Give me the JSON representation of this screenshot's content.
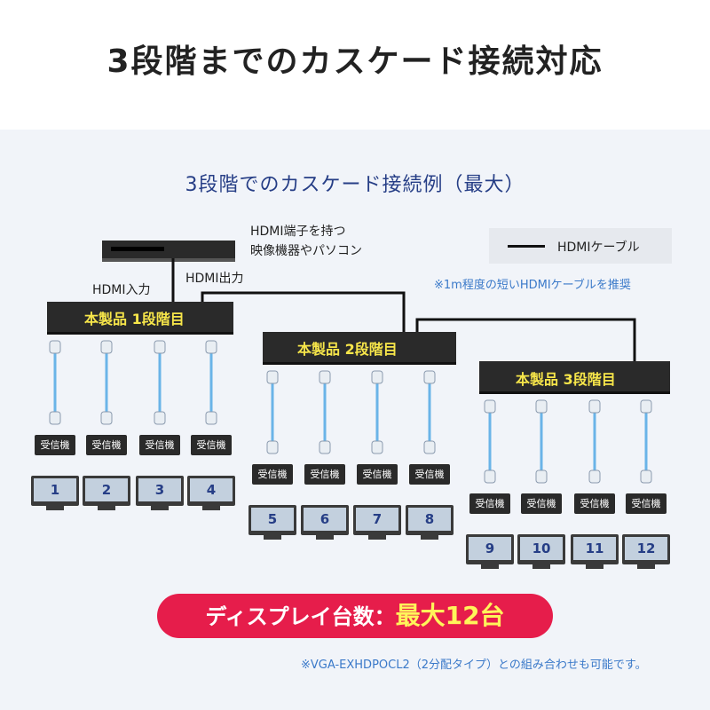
{
  "title": "3段階までのカスケード接続対応",
  "subtitle": "3段階でのカスケード接続例（最大）",
  "source": {
    "label_line1": "HDMI端子を持つ",
    "label_line2": "映像機器やパソコン"
  },
  "hdmi_in_label": "HDMI入力",
  "hdmi_out_label": "HDMI出力",
  "legend": {
    "label": "HDMIケーブル"
  },
  "note": "※1m程度の短いHDMIケーブルを推奨",
  "devices": [
    {
      "label": "本製品 1段階目"
    },
    {
      "label": "本製品 2段階目"
    },
    {
      "label": "本製品 3段階目"
    }
  ],
  "receiver_label": "受信機",
  "displays": [
    "1",
    "2",
    "3",
    "4",
    "5",
    "6",
    "7",
    "8",
    "9",
    "10",
    "11",
    "12"
  ],
  "result": {
    "prefix": "ディスプレイ台数：",
    "highlight": "最大12台"
  },
  "footnote": "※VGA-EXHDPOCL2（2分配タイプ）との組み合わせも可能です。",
  "colors": {
    "cable": "#6ab4e8",
    "line": "#111111",
    "badge": "#e61d4b",
    "device_label": "#f7e64a"
  }
}
